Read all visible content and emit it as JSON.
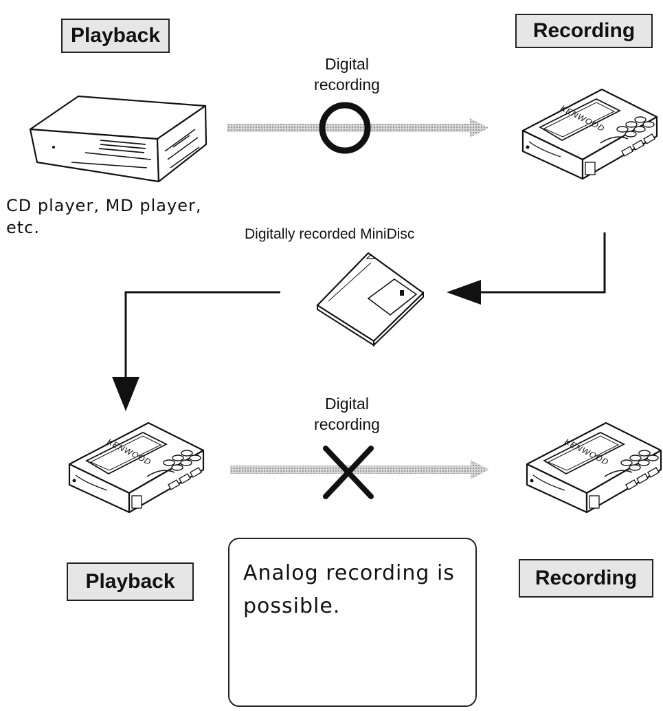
{
  "top_left_label": "Playback",
  "top_right_label": "Recording",
  "top_arrow_label": "Digital\nrecording",
  "source_caption": "CD player, MD player,\netc.",
  "disc_caption": "Digitally recorded MiniDisc",
  "bottom_arrow_label": "Digital\nrecording",
  "bottom_left_label": "Playback",
  "bottom_right_label": "Recording",
  "device_brand": "KENWOOD",
  "note": "Analog recording is\npossible.",
  "top_result": "allowed",
  "bottom_result": "not-allowed",
  "colors": {
    "ink": "#111111",
    "label_fill": "#e6e6e6",
    "arrow_gray": "#c4c4c4"
  }
}
